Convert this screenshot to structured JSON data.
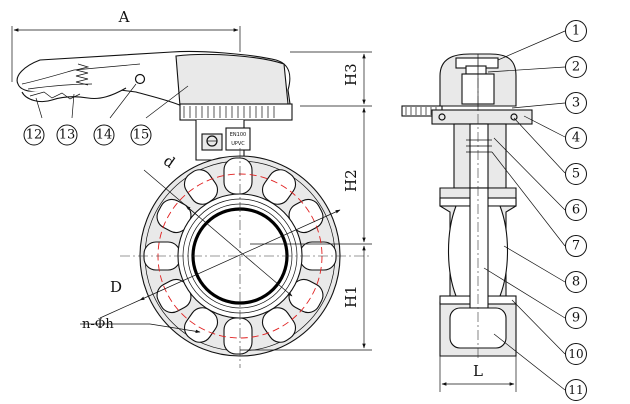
{
  "dimensions": {
    "A": "A",
    "H3": "H3",
    "H2": "H2",
    "H1": "H1",
    "D": "D",
    "d": "d",
    "L": "L",
    "holes": "n-Φh"
  },
  "body_marking": {
    "line1": "EN100",
    "line2": "UPVC"
  },
  "callouts_left": [
    "12",
    "13",
    "14",
    "15"
  ],
  "callouts_right": [
    "1",
    "2",
    "3",
    "4",
    "5",
    "6",
    "7",
    "8",
    "9",
    "10",
    "11"
  ]
}
